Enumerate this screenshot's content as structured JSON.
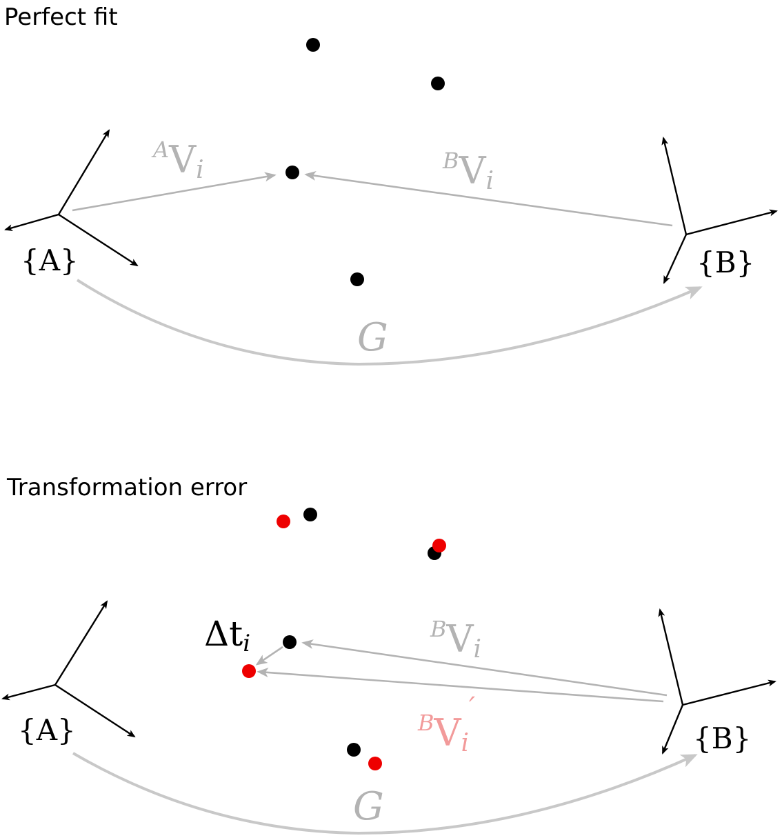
{
  "panels": {
    "top": {
      "title": "Perfect fit",
      "frame_a_label": "{A}",
      "frame_b_label": "{B}",
      "transform_label": "G",
      "vec_a": {
        "super": "A",
        "main": "V",
        "sub": "i"
      },
      "vec_b": {
        "super": "B",
        "main": "V",
        "sub": "i"
      }
    },
    "bottom": {
      "title": "Transformation error",
      "frame_a_label": "{A}",
      "frame_b_label": "{B}",
      "transform_label": "G",
      "delta": {
        "main": "Δt",
        "sub": "i"
      },
      "vec_b": {
        "super": "B",
        "main": "V",
        "sub": "i"
      },
      "vec_b_prime": {
        "super": "B",
        "main": "V",
        "sub": "i",
        "prime": "′"
      }
    }
  },
  "colors": {
    "point": "#000000",
    "error_point": "#ee0000",
    "vector": "#b3b3b3",
    "error_vector_label": "#f29a9a",
    "axis": "#000000"
  }
}
